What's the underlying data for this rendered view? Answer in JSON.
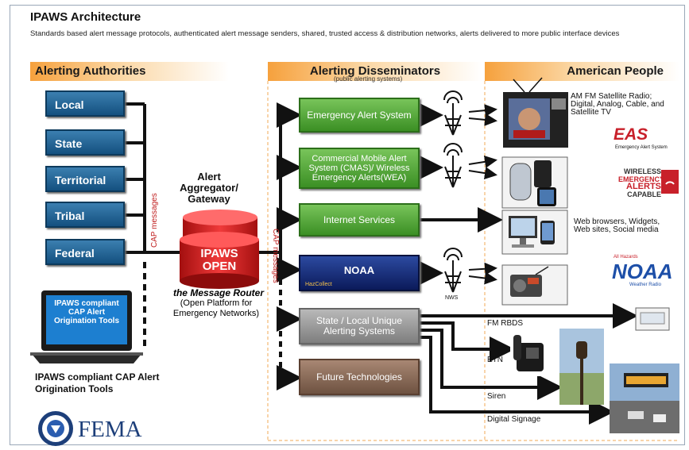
{
  "title": "IPAWS Architecture",
  "subtitle": "Standards based alert message protocols, authenticated alert message senders, shared, trusted access & distribution networks, alerts delivered to more public interface devices",
  "columns": {
    "authorities": "Alerting Authorities",
    "disseminators": "Alerting Disseminators",
    "disseminators_sub": "(public alerting systems)",
    "people": "American People"
  },
  "authorities": [
    "Local",
    "State",
    "Territorial",
    "Tribal",
    "Federal"
  ],
  "cap_messages": "CAP messages",
  "cap_messages_2": "CAP messages",
  "aggregator": {
    "title": "Alert Aggregator/ Gateway",
    "cylinder_label": "IPAWS OPEN",
    "router_name": "the Message Router",
    "router_desc": "(Open Platform for Emergency Networks)"
  },
  "laptop": {
    "screen_text": "IPAWS compliant CAP Alert Origination Tools",
    "caption": "IPAWS compliant CAP Alert Origination Tools"
  },
  "fema": "FEMA",
  "disseminators": {
    "eas": "Emergency Alert System",
    "cmas": "Commercial Mobile Alert System (CMAS)/ Wireless Emergency Alerts(WEA)",
    "internet": "Internet Services",
    "noaa": "NOAA",
    "noaa_sub": "HazCollect",
    "state_local": "State / Local Unique Alerting Systems",
    "future": "Future Technologies"
  },
  "nws": "NWS",
  "people": {
    "tv_label": "AM FM Satellite Radio; Digital, Analog, Cable, and Satellite TV",
    "eas_logo": "EAS",
    "eas_logo_sub": "Emergency Alert System",
    "wea_logo": [
      "WIRELESS",
      "EMERGENCY",
      "ALERTS",
      "CAPABLE"
    ],
    "web_label": "Web browsers, Widgets, Web sites, Social media",
    "noaa_logo": "NOAA",
    "noaa_logo_sub": "Weather Radio",
    "noaa_logo_top": "All Hazards",
    "fm_rbds": "FM RBDS",
    "etn": "ETN",
    "siren": "Siren",
    "signage": "Digital Signage"
  },
  "colors": {
    "orange": "#f6a13d",
    "authority_blue": "#14507f",
    "green": "#3b8f24",
    "navy": "#0b1a5a",
    "gray": "#7e7e7e",
    "brown": "#6e5241",
    "ipaws_red": "#d61d1d"
  }
}
